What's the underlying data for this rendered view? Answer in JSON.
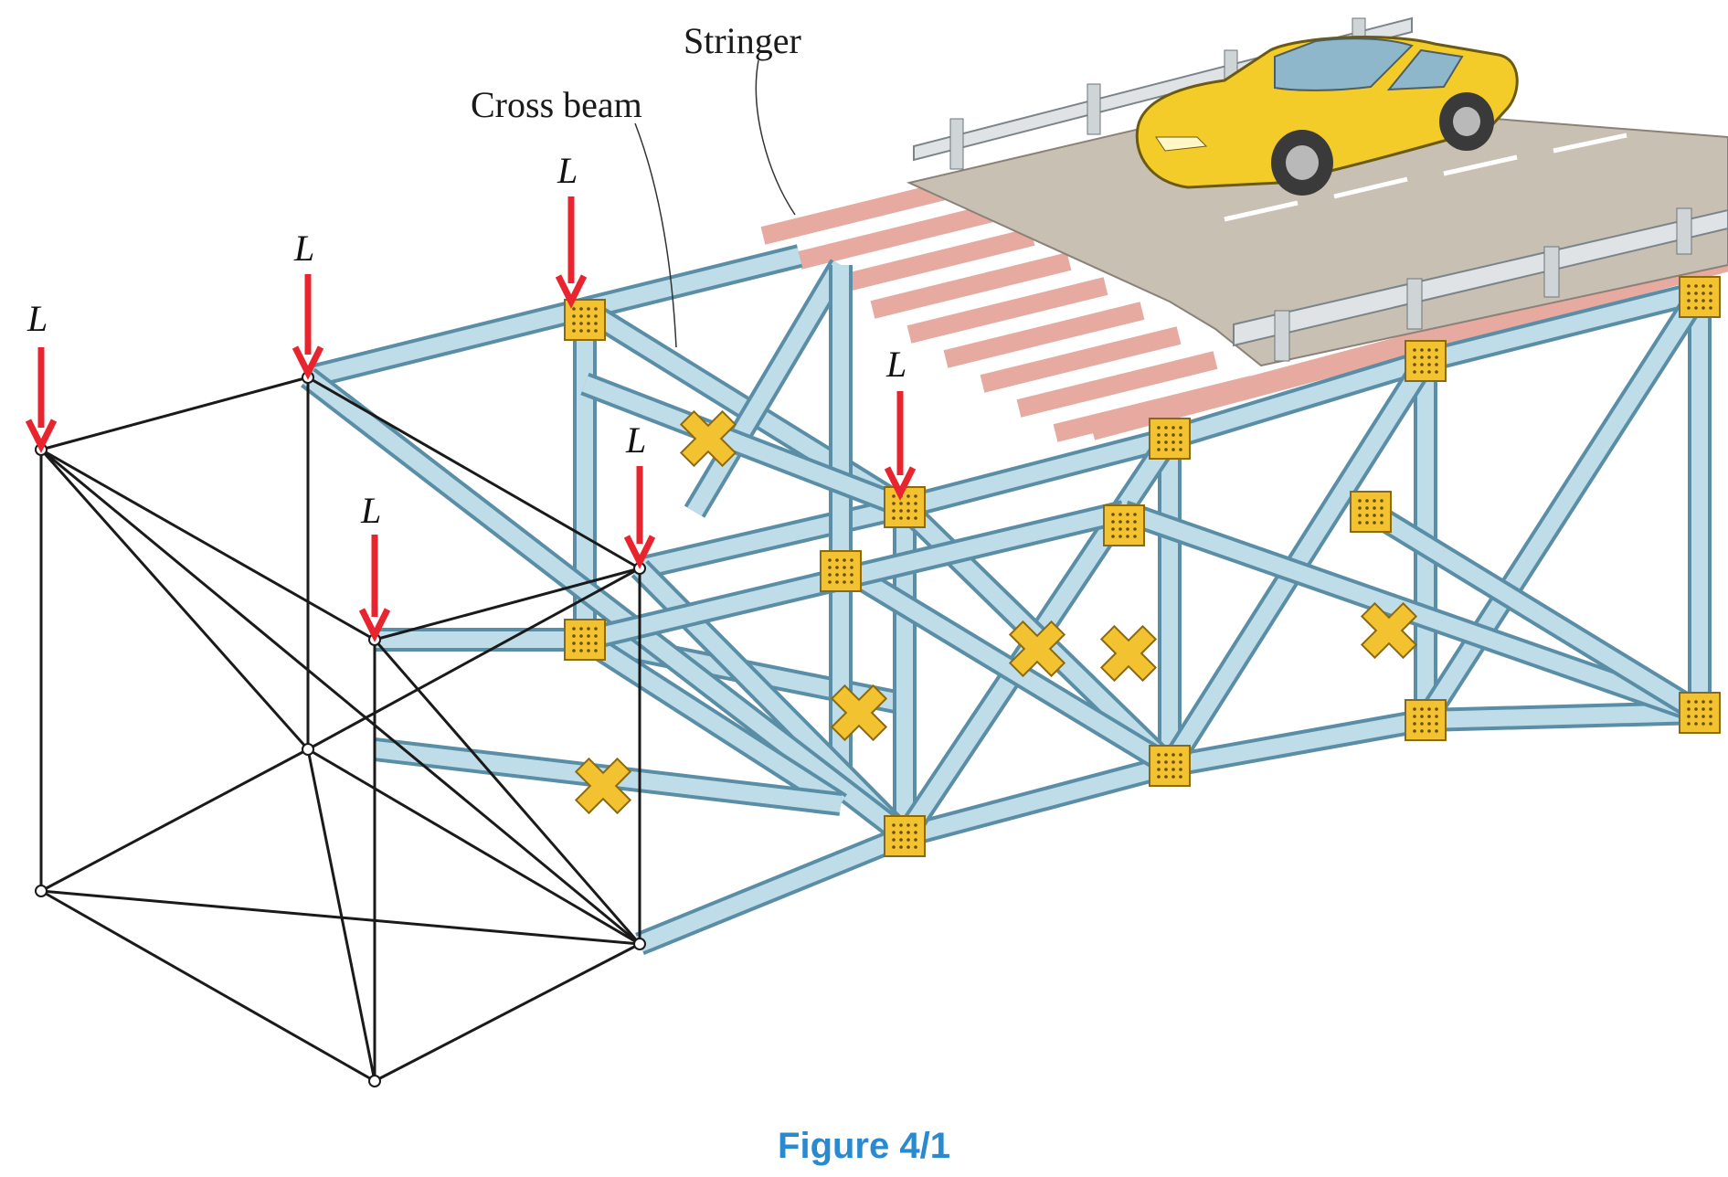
{
  "labels": {
    "stringer": "Stringer",
    "cross_beam": "Cross beam",
    "load_symbol": "L"
  },
  "caption": "Figure 4/1",
  "colors": {
    "member_fill": "#bfdde8",
    "member_edge": "#5a8ea6",
    "gusset": "#f2c230",
    "stringer": "#e6aaa0",
    "deck": "#c9c0b4",
    "load_arrow": "#e8242e",
    "car_body": "#f4cc2a",
    "caption": "#2a8ad0"
  },
  "icons": [
    "load-arrow-icon",
    "car-icon",
    "gusset-plate-icon"
  ]
}
